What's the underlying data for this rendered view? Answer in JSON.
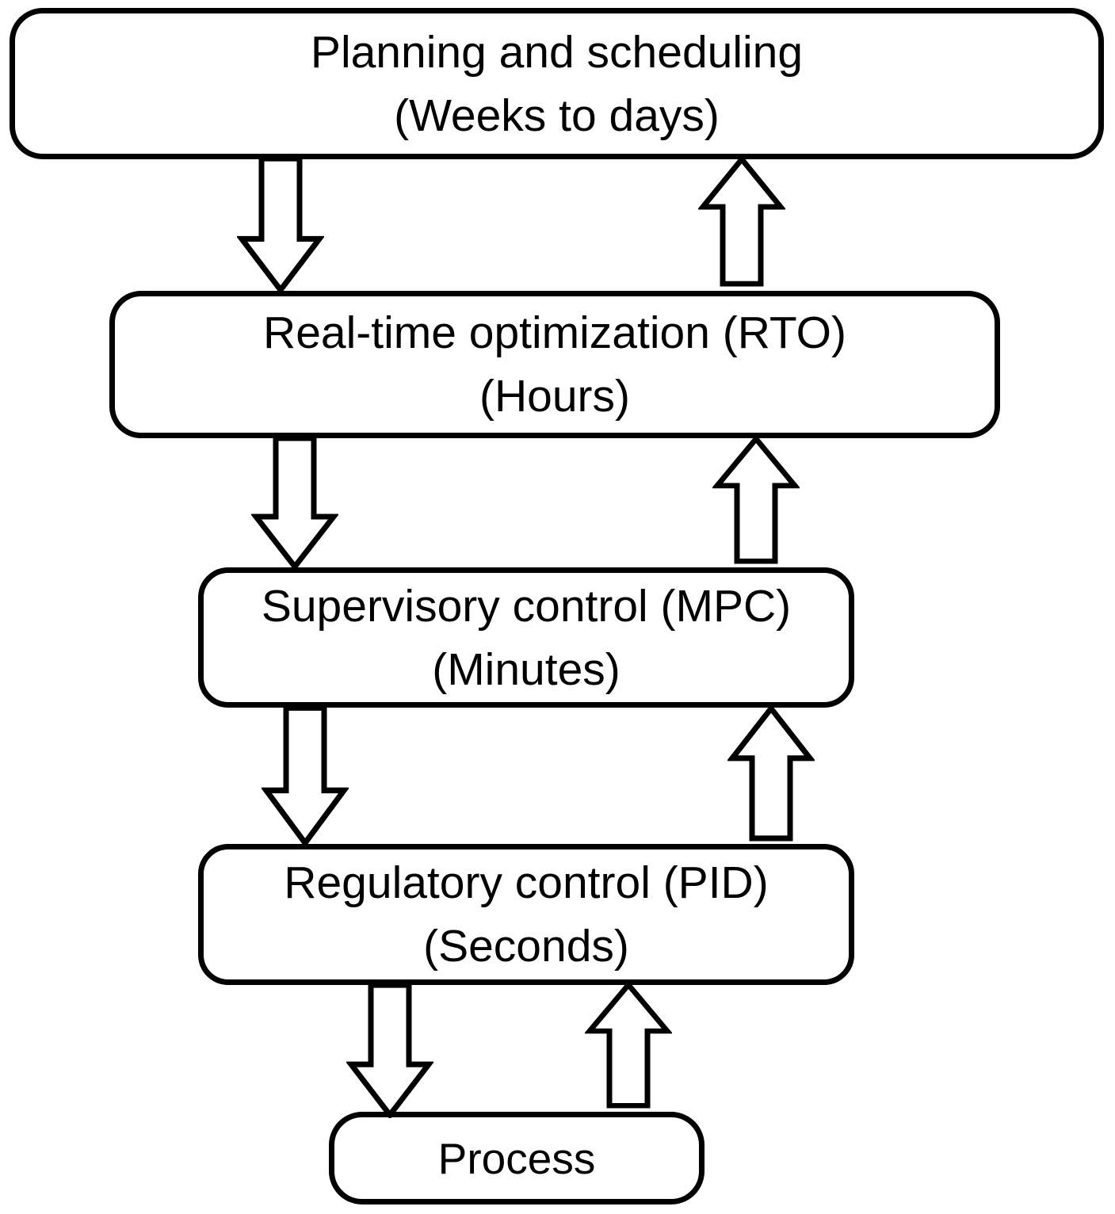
{
  "figure": {
    "background_color": "#ffffff",
    "stroke_color": "#000000",
    "boxes": [
      {
        "id": "planning",
        "title": "Planning and scheduling",
        "subtitle": "(Weeks to days)"
      },
      {
        "id": "rto",
        "title": "Real-time optimization (RTO)",
        "subtitle": "(Hours)"
      },
      {
        "id": "mpc",
        "title": "Supervisory control (MPC)",
        "subtitle": "(Minutes)"
      },
      {
        "id": "pid",
        "title": "Regulatory control (PID)",
        "subtitle": "(Seconds)"
      },
      {
        "id": "process",
        "title": "Process"
      }
    ],
    "arrow_pairs": [
      {
        "between": [
          "planning",
          "rto"
        ],
        "icons": [
          "down-arrow-icon",
          "up-arrow-icon"
        ]
      },
      {
        "between": [
          "rto",
          "mpc"
        ],
        "icons": [
          "down-arrow-icon",
          "up-arrow-icon"
        ]
      },
      {
        "between": [
          "mpc",
          "pid"
        ],
        "icons": [
          "down-arrow-icon",
          "up-arrow-icon"
        ]
      },
      {
        "between": [
          "pid",
          "process"
        ],
        "icons": [
          "down-arrow-icon",
          "up-arrow-icon"
        ]
      }
    ]
  }
}
